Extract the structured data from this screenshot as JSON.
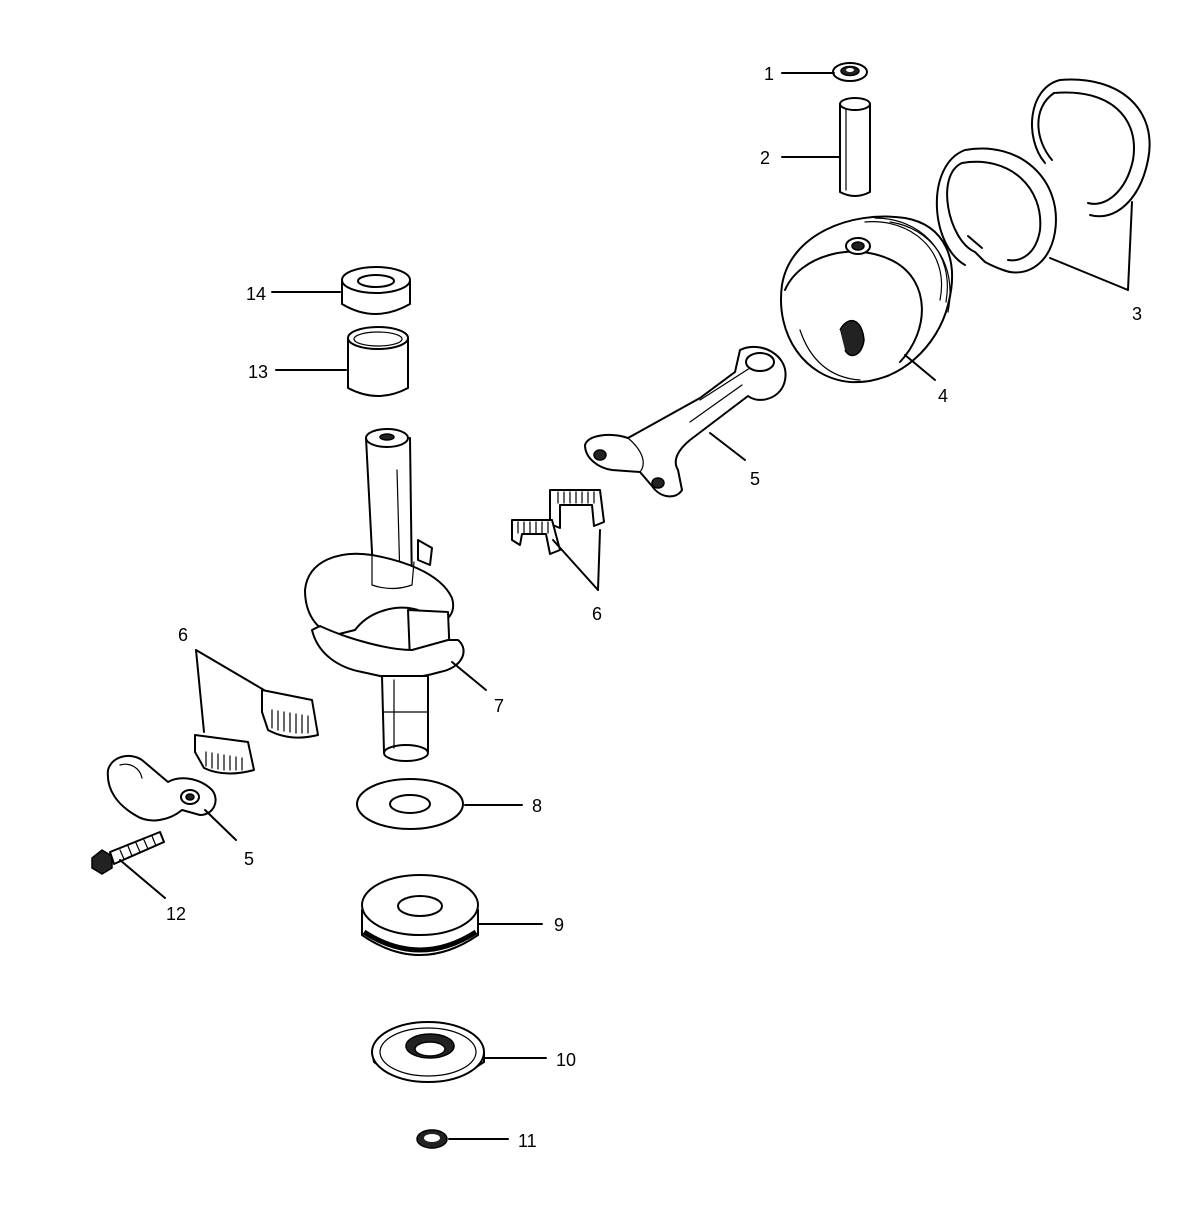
{
  "diagram": {
    "labels": {
      "p1": "1",
      "p2": "2",
      "p3": "3",
      "p4": "4",
      "p5a": "5",
      "p5b": "5",
      "p6a": "6",
      "p6b": "6",
      "p7": "7",
      "p8": "8",
      "p9": "9",
      "p10": "10",
      "p11": "11",
      "p12": "12",
      "p13": "13",
      "p14": "14"
    }
  }
}
